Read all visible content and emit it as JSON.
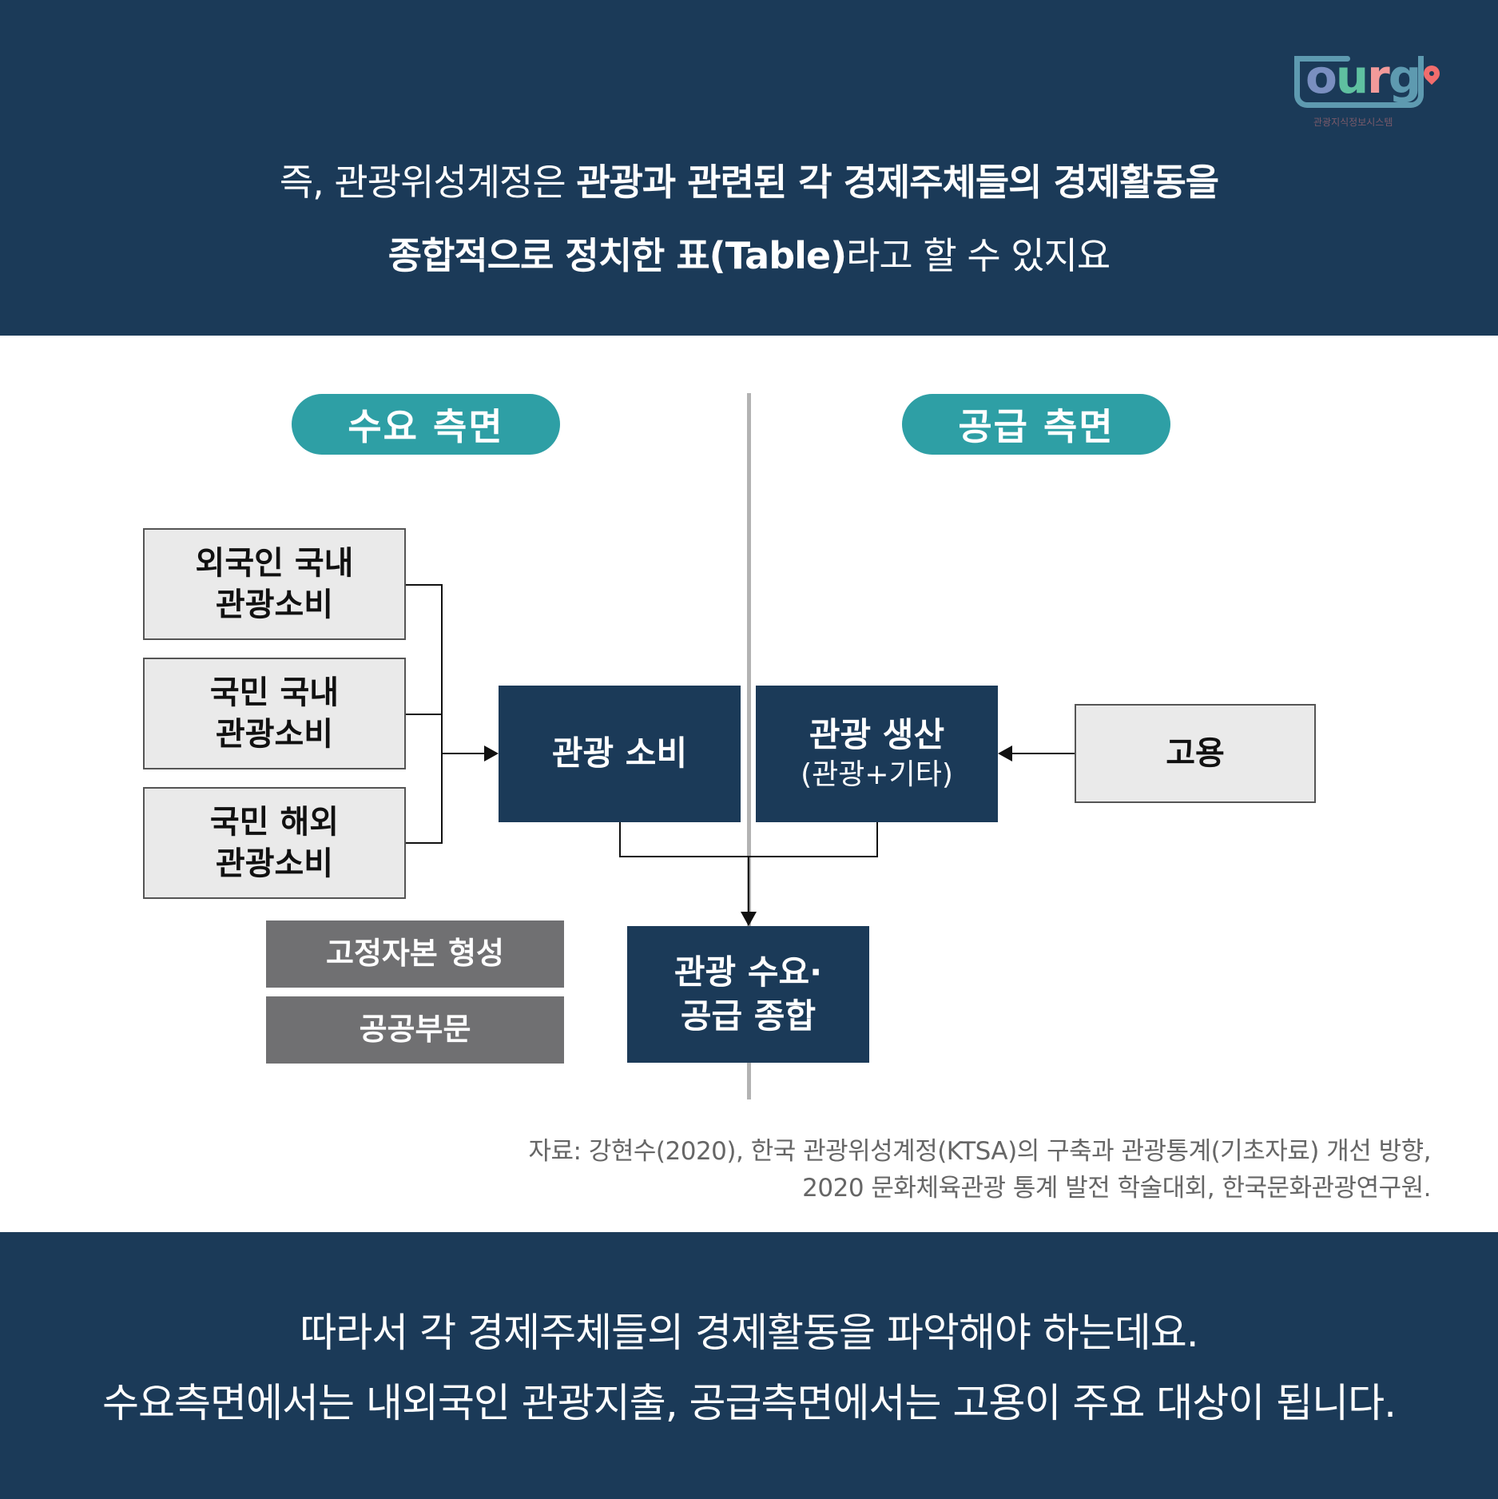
{
  "header": {
    "line1_regular": "즉, 관광위성계정은 ",
    "line1_bold": "관광과 관련된 각 경제주체들의 경제활동을",
    "line2_bold": "종합적으로 정치한 표(Table)",
    "line2_regular": "라고 할 수 있지요"
  },
  "logo": {
    "letters": [
      "t",
      "o",
      "u",
      "r",
      "g"
    ],
    "letter_colors": [
      "#5e9ab0",
      "#7a8fc0",
      "#5fc0a0",
      "#f29a9a",
      "#5e9ab0"
    ],
    "subtitle": "관광지식정보시스템",
    "pin_icon": "location-pin-icon",
    "pin_color": "#f26d6d"
  },
  "diagram": {
    "demand_label": "수요 측면",
    "supply_label": "공급 측면",
    "demand_inputs": [
      {
        "line1": "외국인 국내",
        "line2": "관광소비"
      },
      {
        "line1": "국민 국내",
        "line2": "관광소비"
      },
      {
        "line1": "국민 해외",
        "line2": "관광소비"
      }
    ],
    "consumption": "관광 소비",
    "production": {
      "line1": "관광 생산",
      "line2": "(관광+기타)"
    },
    "employment": "고용",
    "total": {
      "line1": "관광 수요·",
      "line2": "공급 종합"
    },
    "others": [
      "고정자본 형성",
      "공공부문"
    ]
  },
  "source": {
    "line1": "자료: 강현수(2020), 한국 관광위성계정(KTSA)의 구축과 관광통계(기초자료) 개선 방향,",
    "line2": "2020 문화체육관광 통계 발전 학술대회, 한국문화관광연구원."
  },
  "footer": {
    "line1": "따라서 각 경제주체들의 경제활동을 파악해야 하는데요.",
    "line2": "수요측면에서는 내외국인 관광지출, 공급측면에서는 고용이 주요 대상이 됩니다."
  },
  "colors": {
    "navy": "#1b3a58",
    "teal": "#2e9fa5",
    "light_box": "#eaeaea",
    "gray_box": "#707072",
    "divider": "#b3b3b3",
    "source_text": "#666666"
  }
}
